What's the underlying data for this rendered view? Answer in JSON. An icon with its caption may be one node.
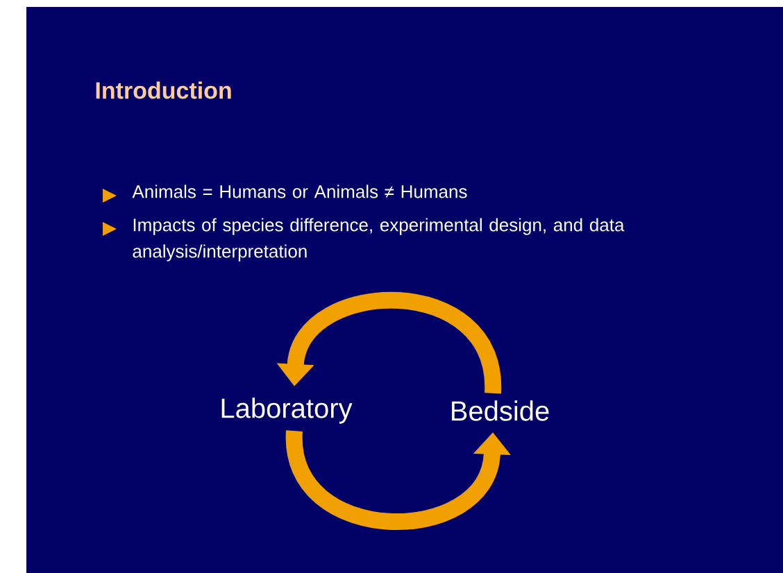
{
  "diagram": {
    "title": "Introduction",
    "nodes": [
      {
        "text": [
          "Laboratory"
        ]
      },
      {
        "text": [
          "Bedside"
        ]
      }
    ],
    "edges": [
      {
        "from": 1,
        "to": 0,
        "arrow": "to"
      },
      {
        "from": 0,
        "to": 1,
        "arrow": "to"
      }
    ],
    "labels": [
      "Animals = Humans or Animals ≠ Humans",
      "Impacts of species difference, experimental design, and data analysis/interpretation"
    ]
  }
}
